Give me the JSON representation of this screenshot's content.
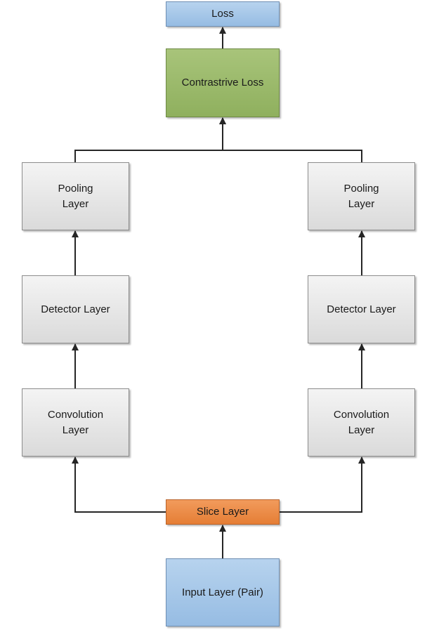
{
  "nodes": {
    "loss": "Loss",
    "contrastive_loss": "Contrastrive Loss",
    "pooling_left": "Pooling\nLayer",
    "pooling_right": "Pooling\nLayer",
    "detector_left": "Detector Layer",
    "detector_right": "Detector Layer",
    "convolution_left": "Convolution\nLayer",
    "convolution_right": "Convolution\nLayer",
    "slice": "Slice Layer",
    "input": "Input Layer (Pair)"
  },
  "colors": {
    "input_and_output": "#9dc3e6",
    "objective": "#9bbb59",
    "slice": "#ed7d31",
    "layer": "#d9d9d9",
    "connector": "#262626"
  },
  "edges": [
    {
      "from": "input",
      "to": "slice"
    },
    {
      "from": "slice",
      "to": "convolution_left"
    },
    {
      "from": "slice",
      "to": "convolution_right"
    },
    {
      "from": "convolution_left",
      "to": "detector_left"
    },
    {
      "from": "convolution_right",
      "to": "detector_right"
    },
    {
      "from": "detector_left",
      "to": "pooling_left"
    },
    {
      "from": "detector_right",
      "to": "pooling_right"
    },
    {
      "from": "pooling_left",
      "to": "contrastive_loss"
    },
    {
      "from": "pooling_right",
      "to": "contrastive_loss"
    },
    {
      "from": "contrastive_loss",
      "to": "loss"
    }
  ]
}
